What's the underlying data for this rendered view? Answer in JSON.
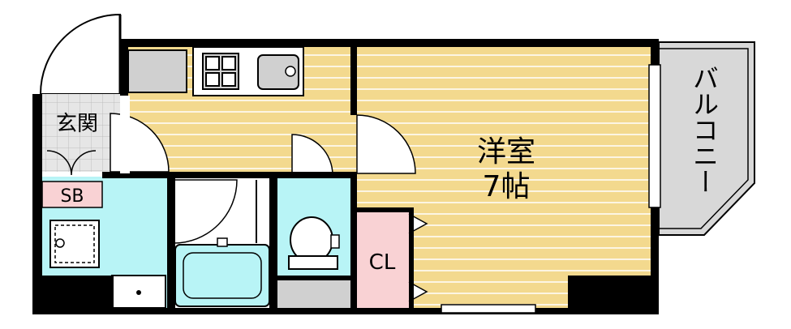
{
  "rooms": {
    "entrance": "玄関",
    "shoe_box": "SB",
    "western_room": "洋室",
    "western_room_size": "7帖",
    "closet": "CL",
    "balcony": "バルコニー"
  },
  "colors": {
    "wall": "#000000",
    "wood_floor": "#f3d98e",
    "wood_stripe": "#ffffff",
    "wet_area": "#b8f4f6",
    "shoe_box": "#f9d2d4",
    "closet": "#f9d2d4",
    "grey_fixture": "#d0d0d0",
    "entrance_floor": "#e6e6e6",
    "balcony": "#d8d8d8"
  }
}
